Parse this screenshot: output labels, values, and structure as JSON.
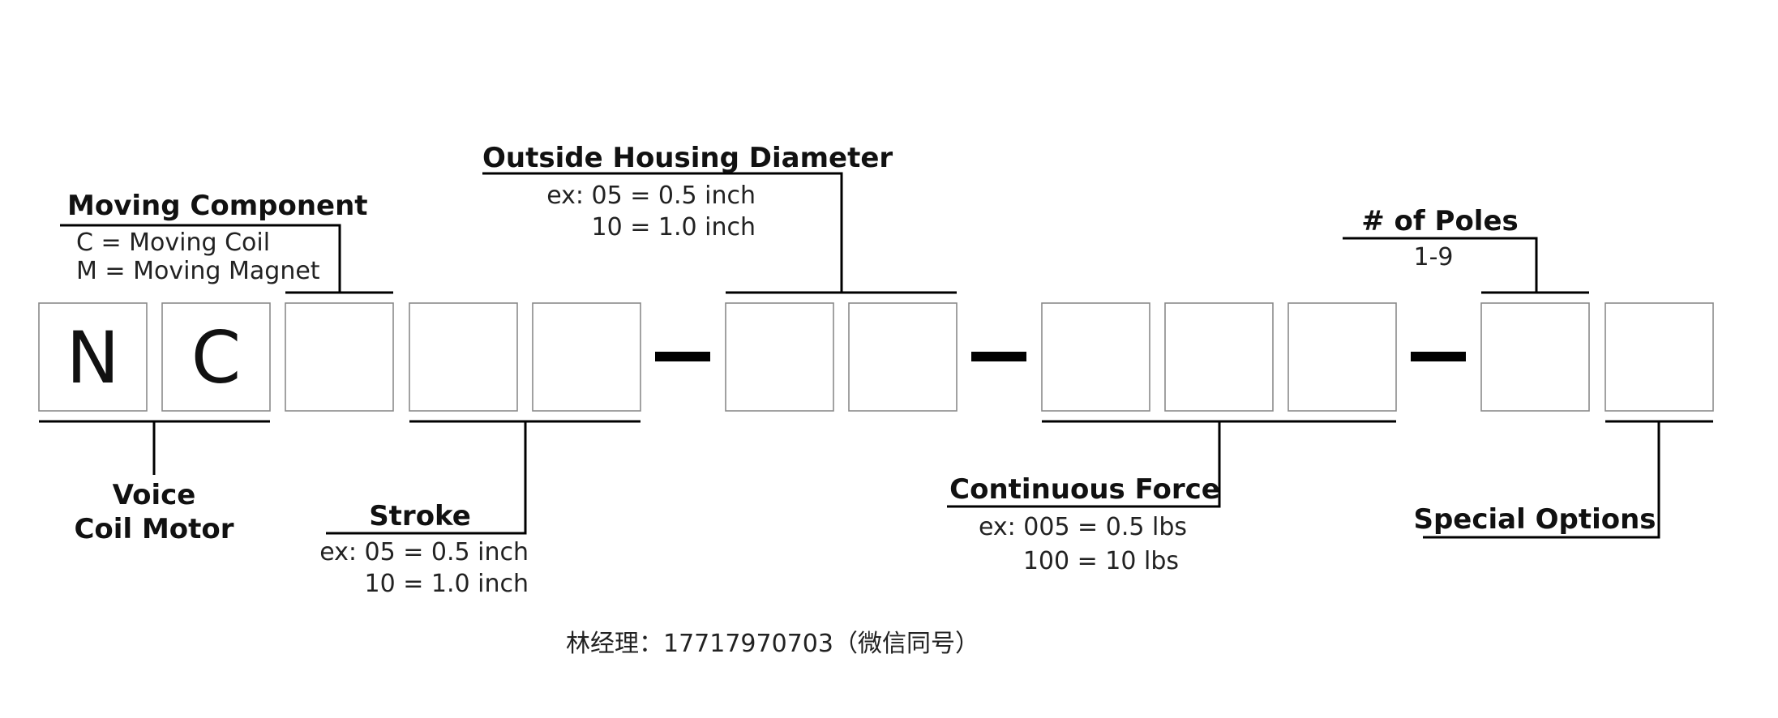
{
  "boxes": [
    {
      "letter": "N"
    },
    {
      "letter": "C"
    },
    {
      "letter": ""
    },
    {
      "letter": ""
    },
    {
      "letter": ""
    },
    {
      "letter": ""
    },
    {
      "letter": ""
    },
    {
      "letter": ""
    },
    {
      "letter": ""
    },
    {
      "letter": ""
    },
    {
      "letter": ""
    },
    {
      "letter": ""
    }
  ],
  "groups": {
    "moving_component": {
      "title": "Moving Component",
      "lines": [
        "C = Moving Coil",
        "M = Moving Magnet"
      ]
    },
    "outside_housing_diameter": {
      "title": "Outside Housing Diameter",
      "lines": [
        "ex: 05 = 0.5 inch",
        "10 = 1.0 inch"
      ]
    },
    "poles": {
      "title": "# of Poles",
      "lines": [
        "1-9"
      ]
    },
    "voice_coil_motor": {
      "title_lines": [
        "Voice",
        "Coil Motor"
      ]
    },
    "stroke": {
      "title": "Stroke",
      "lines": [
        "ex: 05 = 0.5 inch",
        "10 = 1.0 inch"
      ]
    },
    "continuous_force": {
      "title": "Continuous Force",
      "lines": [
        "ex: 005 = 0.5 lbs",
        "100 = 10 lbs"
      ]
    },
    "special_options": {
      "title": "Special Options"
    }
  },
  "contact": "林经理：17717970703（微信同号）"
}
